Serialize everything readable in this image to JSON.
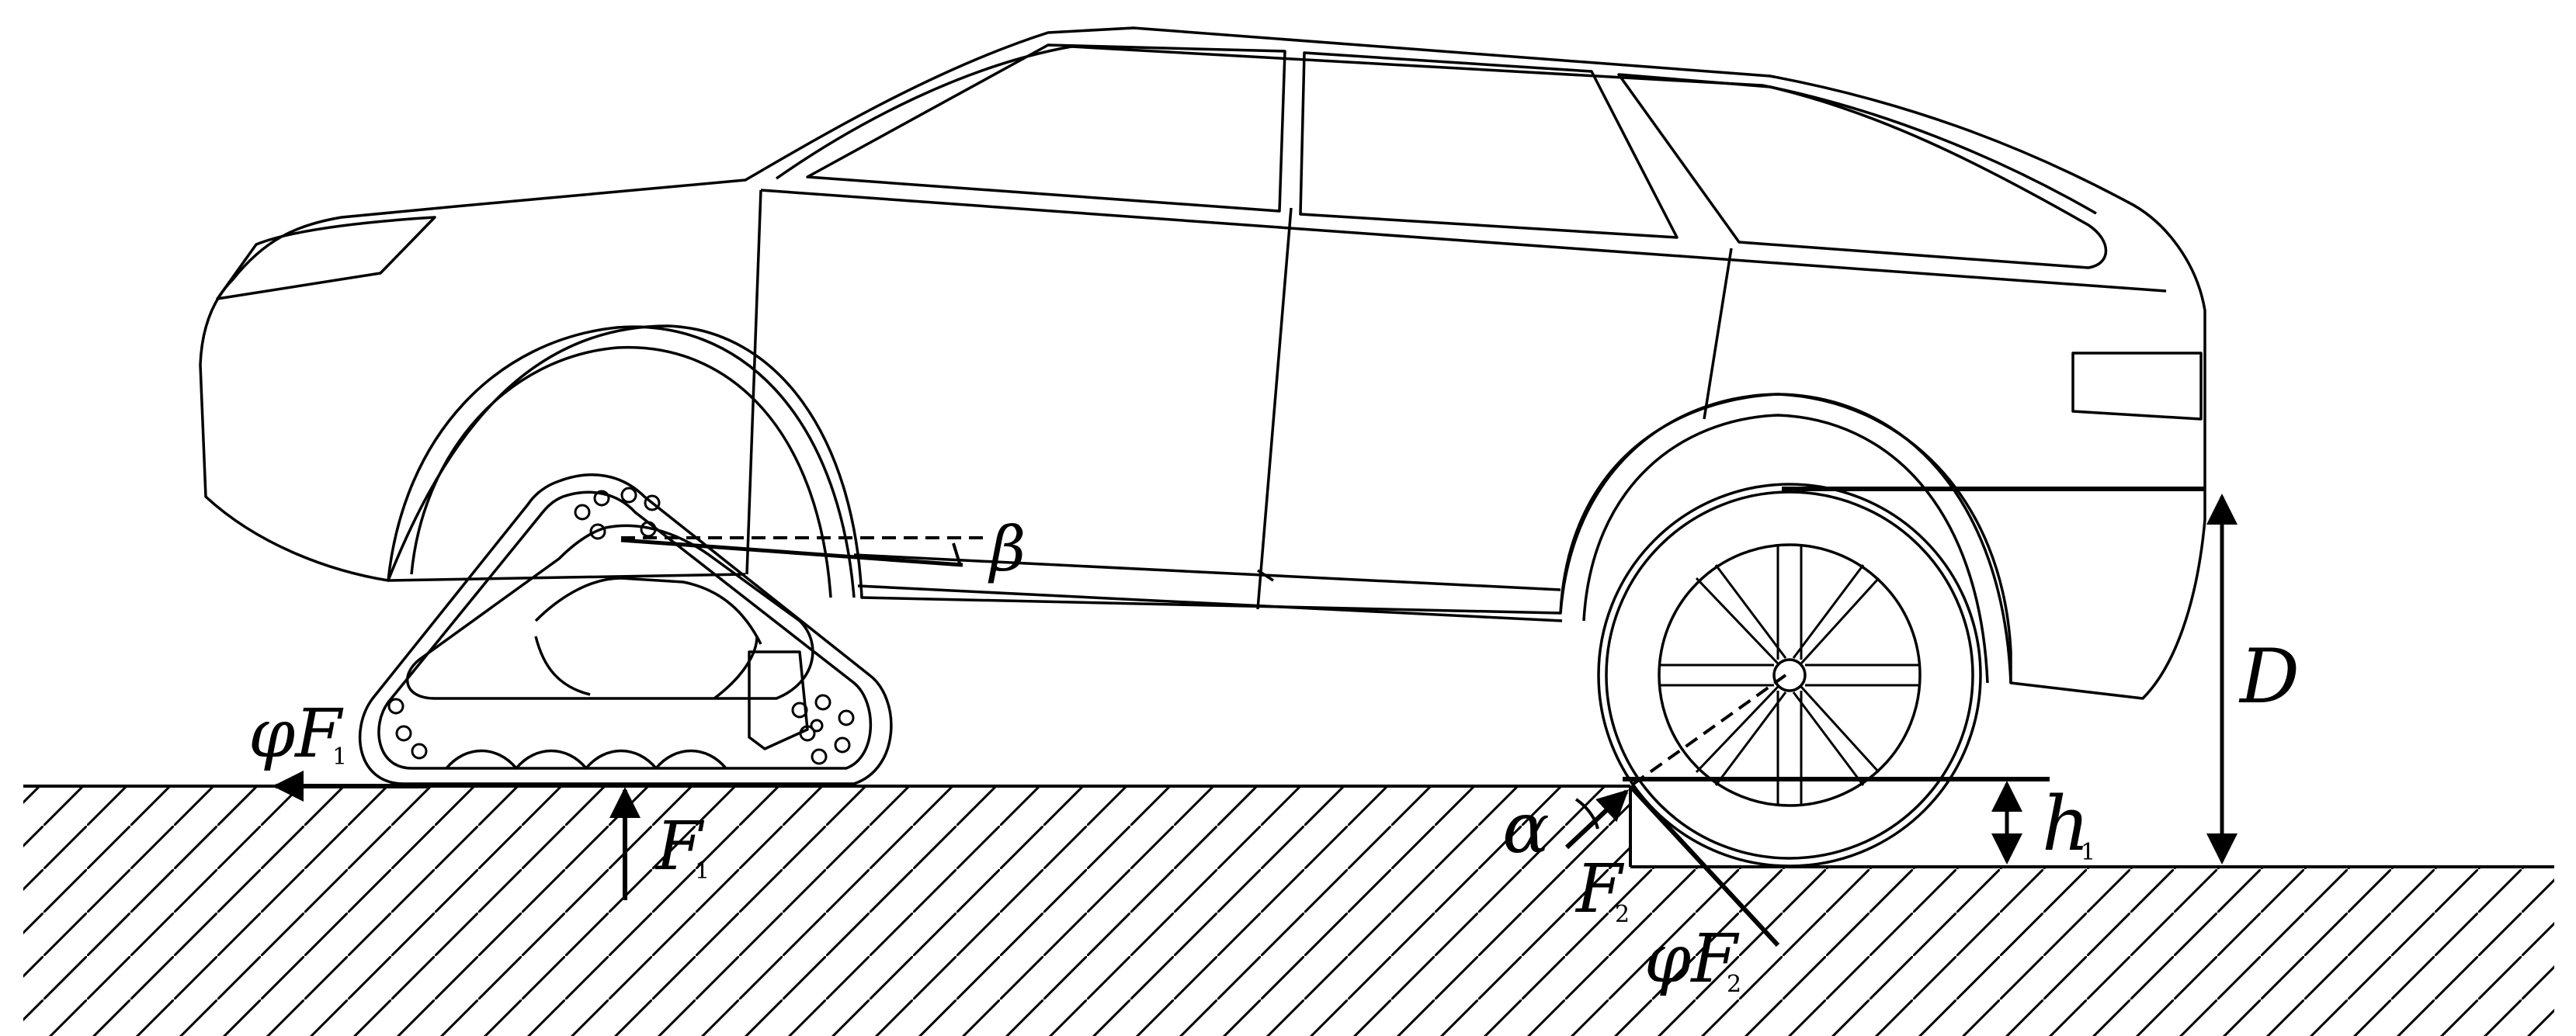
{
  "labels": {
    "beta": "β",
    "phi": "φ",
    "F": "F",
    "sub1": "1",
    "sub2": "2",
    "D": "D",
    "h": "h",
    "h_sub": "1",
    "alpha": "α"
  },
  "colors": {
    "stroke": "#000000",
    "background": "#ffffff"
  }
}
